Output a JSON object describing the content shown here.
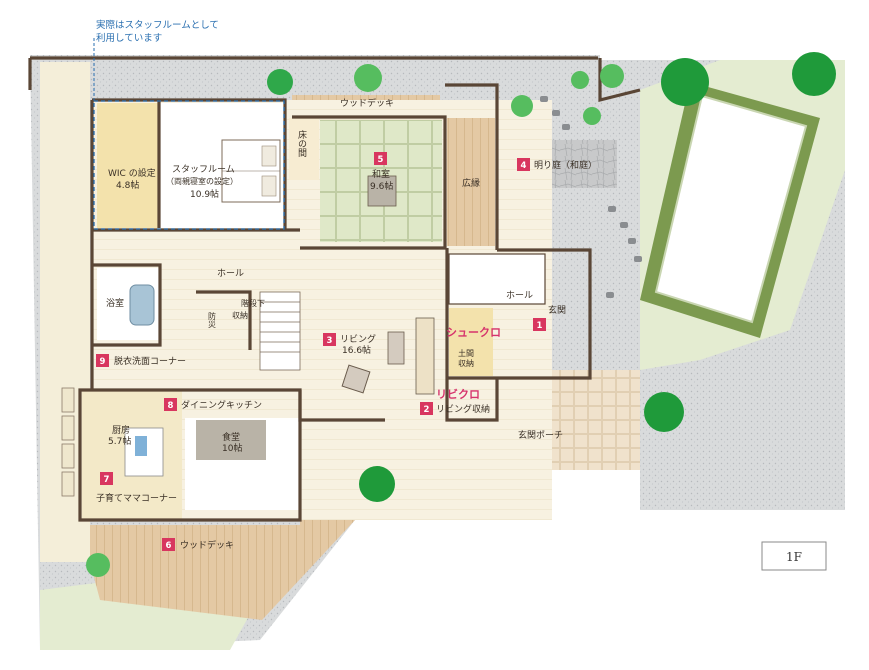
{
  "note": {
    "line1": "実際はスタッフルームとして",
    "line2": "利用しています"
  },
  "floor_label": "1F",
  "rooms": {
    "wic": {
      "name": "WIC の設定",
      "size": "4.8帖"
    },
    "staff": {
      "name": "スタッフルーム",
      "sub": "（両親寝室の設定）",
      "size": "10.9帖"
    },
    "tokonoma": "床の間",
    "washitsu": {
      "name": "和室",
      "size": "9.6帖"
    },
    "hiroen": "広縁",
    "akarisugi": "明り庭（和庭）",
    "hall_left": "ホール",
    "hall_right": "ホール",
    "genkan": "玄関",
    "bath": "浴室",
    "bou": "防災",
    "kaidan": "階段下",
    "shuno": "収納",
    "living": {
      "name": "リビング",
      "size": "16.6帖"
    },
    "doma": "土間",
    "doma_shuno": "収納",
    "datsui": "脱衣洗面コーナー",
    "dining": "ダイニングキッチン",
    "kitchen": {
      "name": "厨房",
      "size": "5.7帖"
    },
    "shokudo": {
      "name": "食堂",
      "size": "10帖"
    },
    "kosodate": "子育てママコーナー",
    "wood_top": "ウッドデッキ",
    "wood_bottom": "ウッドデッキ",
    "porch": "玄関ポーチ",
    "living_storage": "リビング収納"
  },
  "badges": [
    "1",
    "2",
    "3",
    "4",
    "5",
    "6",
    "7",
    "8",
    "9"
  ],
  "highlights": {
    "shukuro": "シュークロ",
    "ribikuro": "リビクロ"
  },
  "colors": {
    "badge": "#d8365f",
    "highlight": "#d6336c",
    "note": "#2a6fb0",
    "tree": "#2fa84a",
    "wall": "#5a4636"
  }
}
